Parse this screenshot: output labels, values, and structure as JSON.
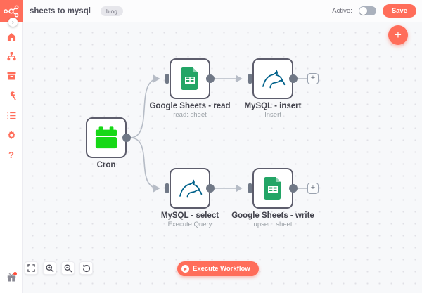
{
  "header": {
    "title": "sheets to mysql",
    "badge": "blog",
    "active_label": "Active:",
    "active_state": "off",
    "save_label": "Save"
  },
  "sidebar": {
    "logo_icon": "n8n-nodes-logo",
    "collapse_label": "›",
    "items": [
      {
        "icon": "home-icon"
      },
      {
        "icon": "workflows-sitemap-icon"
      },
      {
        "icon": "templates-box-icon"
      },
      {
        "icon": "credentials-key-icon"
      },
      {
        "icon": "executions-list-icon"
      },
      {
        "icon": "settings-gear-icon"
      },
      {
        "icon": "help-question-icon",
        "glyph": "?"
      },
      {
        "icon": "whats-new-gift-icon",
        "has_notification_dot": true
      }
    ]
  },
  "canvas": {
    "nodes": [
      {
        "id": "cron",
        "name": "Cron",
        "icon": "calendar-icon"
      },
      {
        "id": "gs-read",
        "name": "Google Sheets - read",
        "subtitle": "read: sheet",
        "icon": "google-sheets-icon"
      },
      {
        "id": "mysql-insert",
        "name": "MySQL - insert",
        "subtitle": "Insert",
        "icon": "mysql-dolphin-icon"
      },
      {
        "id": "mysql-select",
        "name": "MySQL - select",
        "subtitle": "Execute Query",
        "icon": "mysql-dolphin-icon"
      },
      {
        "id": "gs-write",
        "name": "Google Sheets - write",
        "subtitle": "upsert: sheet",
        "icon": "google-sheets-icon"
      }
    ],
    "connections": [
      {
        "from": "cron",
        "to": "gs-read"
      },
      {
        "from": "cron",
        "to": "mysql-select"
      },
      {
        "from": "gs-read",
        "to": "mysql-insert"
      },
      {
        "from": "mysql-select",
        "to": "gs-write"
      }
    ],
    "add_node_label": "+",
    "execute_label": "Execute Workflow",
    "zoom_controls": [
      "fit-view-icon",
      "zoom-in-icon",
      "zoom-out-icon",
      "reset-zoom-icon"
    ]
  },
  "colors": {
    "accent": "#ff6d5a",
    "cron_green": "#16d816",
    "sheets_green": "#23a566",
    "mysql_blue": "#00618a",
    "wire_gray": "#b6bcc6"
  }
}
